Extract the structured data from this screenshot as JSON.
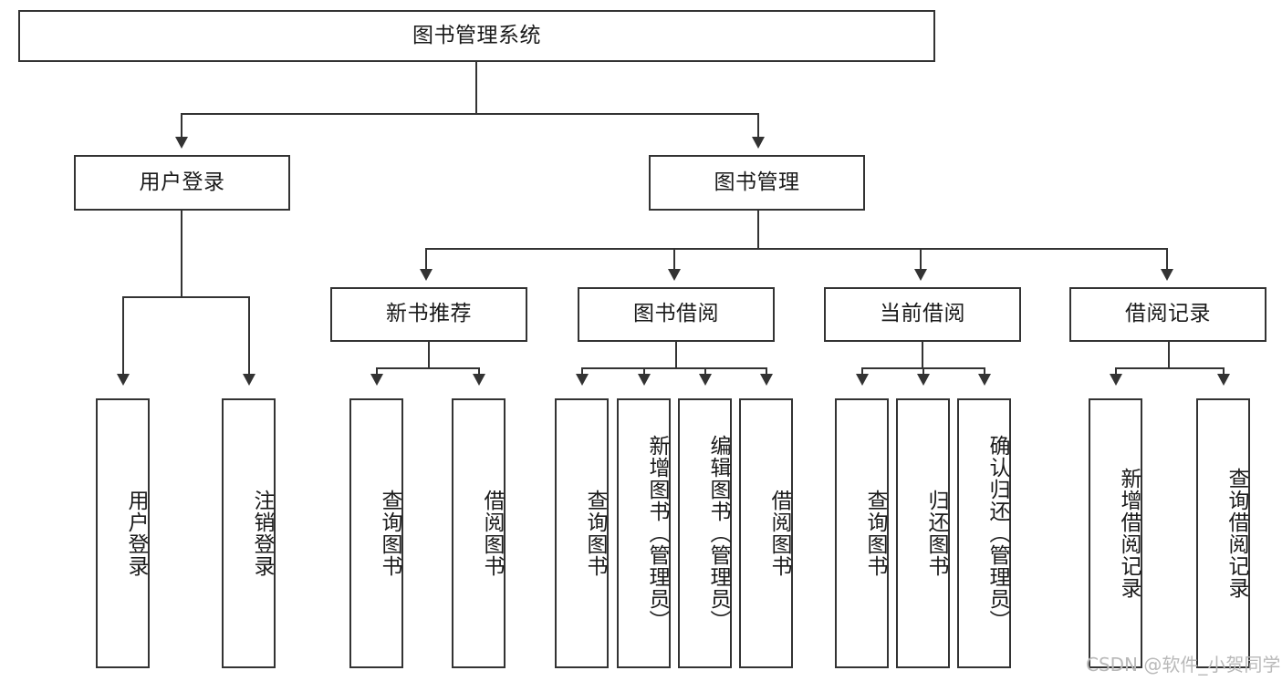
{
  "diagram": {
    "title": "图书管理系统",
    "type": "tree-hierarchy-diagram",
    "colors": {
      "box_border": "#333333",
      "box_fill": "#ffffff",
      "text": "#1a1a1a",
      "connector": "#333333",
      "watermark": "#b9b9b9",
      "background": "#ffffff"
    },
    "root": {
      "label": "图书管理系统"
    },
    "level2": [
      {
        "label": "用户登录"
      },
      {
        "label": "图书管理"
      }
    ],
    "level3": [
      {
        "label": "新书推荐"
      },
      {
        "label": "图书借阅"
      },
      {
        "label": "当前借阅"
      },
      {
        "label": "借阅记录"
      }
    ],
    "leaves": {
      "user_login": [
        {
          "label": "用户登录"
        },
        {
          "label": "注销登录"
        }
      ],
      "new_book_recommend": [
        {
          "label": "查询图书"
        },
        {
          "label": "借阅图书"
        }
      ],
      "book_borrow": [
        {
          "label": "查询图书"
        },
        {
          "label": "新增图书（管理员）"
        },
        {
          "label": "编辑图书（管理员）"
        },
        {
          "label": "借阅图书"
        }
      ],
      "current_borrow": [
        {
          "label": "查询图书"
        },
        {
          "label": "归还图书"
        },
        {
          "label": "确认归还（管理员）"
        }
      ],
      "borrow_record": [
        {
          "label": "新增借阅记录"
        },
        {
          "label": "查询借阅记录"
        }
      ]
    }
  },
  "watermark": {
    "text": "CSDN @软件_小贺同学"
  }
}
